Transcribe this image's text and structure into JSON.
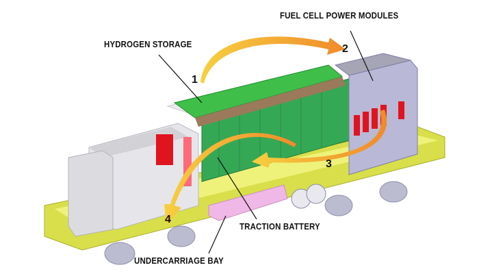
{
  "labels": {
    "hydrogen_storage": "HYDROGEN STORAGE",
    "fuel_cell_power_modules": "FUEL CELL POWER MODULES",
    "traction_battery": "TRACTION BATTERY",
    "undercarriage_bay": "UNDERCARRIAGE BAY"
  },
  "steps": [
    "1",
    "2",
    "3",
    "4"
  ],
  "colors": {
    "arrow": "#f39a2e",
    "arrow_light": "#f7c640",
    "hydrogen_tanks": "#3fbf4a",
    "battery": "#35a855",
    "frame": "#d8df4a",
    "body": "#e2e2e6",
    "fuel_cell": "#b9b8d6",
    "red_panels": "#e0141e",
    "undercarriage": "#f0b8e6"
  }
}
